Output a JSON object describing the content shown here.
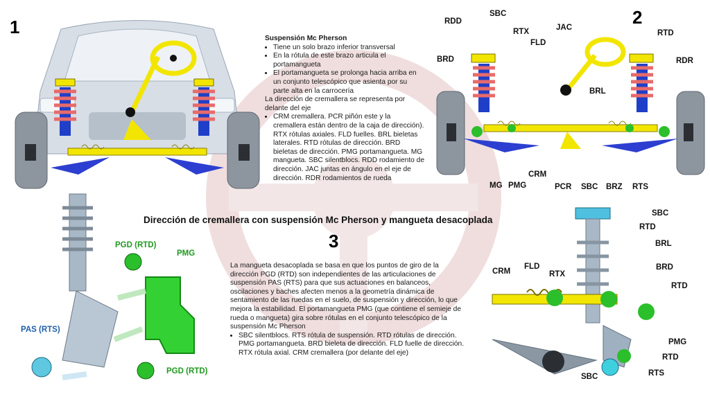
{
  "panel_numbers": [
    "1",
    "2",
    "3"
  ],
  "main_title": "Dirección de cremallera con suspensión Mc Pherson y  mangueta desacoplada",
  "top_text": {
    "heading": "Suspensión Mc Pherson",
    "bullets": [
      "Tiene un solo brazo inferior transversal",
      "En la rótula de este brazo articula el portamangueta",
      "El portamangueta se prolonga hacia arriba en un conjunto telescópico que asienta por su parte alta en la carrocería"
    ],
    "plain": "La dirección de cremallera se representa por delante del eje",
    "legend_bullet": "CRM cremallera. PCR piñón este y la cremallera están dentro de la caja de dirección). RTX rótulas axiales. FLD fuelles. BRL bieletas laterales. RTD rótulas de dirección. BRD bieletas de dirección. PMG portamangueta. MG mangueta. SBC silentblocs. RDD rodamiento de dirección. JAC juntas en ángulo en el eje de dirección. RDR rodamientos de rueda"
  },
  "bottom_text": {
    "paragraph": "La mangueta desacoplada se basa en que los puntos de giro de la dirección PGD (RTD) son independientes de las articulaciones de suspensión PAS (RTS) para que sus actuaciones en balanceos, oscilaciones y baches afecten menos a la geometría dinámica de sentamiento de las ruedas en el suelo, de suspensión y dirección, lo que mejora la estabilidad. El portamangueta PMG (que contiene el semieje de rueda o mangueta) gira sobre rótulas en el conjunto telescópico de la suspensión Mc Pherson",
    "bullet": "SBC silentblocs. RTS rótula de suspensión. RTD rótulas de dirección. PMG portamangueta. BRD bieleta de dirección. FLD fuelle de dirección. RTX rótula axial. CRM cremallera (por delante del eje)"
  },
  "panel2_labels": {
    "rdd": "RDD",
    "sbc": "SBC",
    "rtx": "RTX",
    "jac": "JAC",
    "fld": "FLD",
    "rtd": "RTD",
    "brd": "BRD",
    "rdr": "RDR",
    "brl": "BRL",
    "crm": "CRM",
    "mg": "MG",
    "pmg": "PMG",
    "pcr": "PCR",
    "sbc2": "SBC",
    "brz": "BRZ",
    "rts": "RTS"
  },
  "panel3_left_labels": {
    "pgd1": "PGD (RTD)",
    "pmg": "PMG",
    "pas": "PAS (RTS)",
    "pgd2": "PGD (RTD)"
  },
  "panel3_right_labels": {
    "sbc_top": "SBC",
    "rtd1": "RTD",
    "brl": "BRL",
    "brd": "BRD",
    "crm": "CRM",
    "fld": "FLD",
    "rtx": "RTX",
    "rtd2": "RTD",
    "pmg": "PMG",
    "rtd3": "RTD",
    "rts": "RTS",
    "sbc_bottom": "SBC"
  },
  "colors": {
    "yellow": "#f2e600",
    "blue": "#1f3fc8",
    "green": "#2bbf2b",
    "cyan": "#3fd0e0",
    "spring": "#e86a6a",
    "body": "#c8d2dc",
    "watermark": "#d9b3b3"
  },
  "icons": [
    "steering-wheel-icon",
    "car-front-icon",
    "strut-icon",
    "knuckle-icon",
    "ball-joint-icon"
  ]
}
